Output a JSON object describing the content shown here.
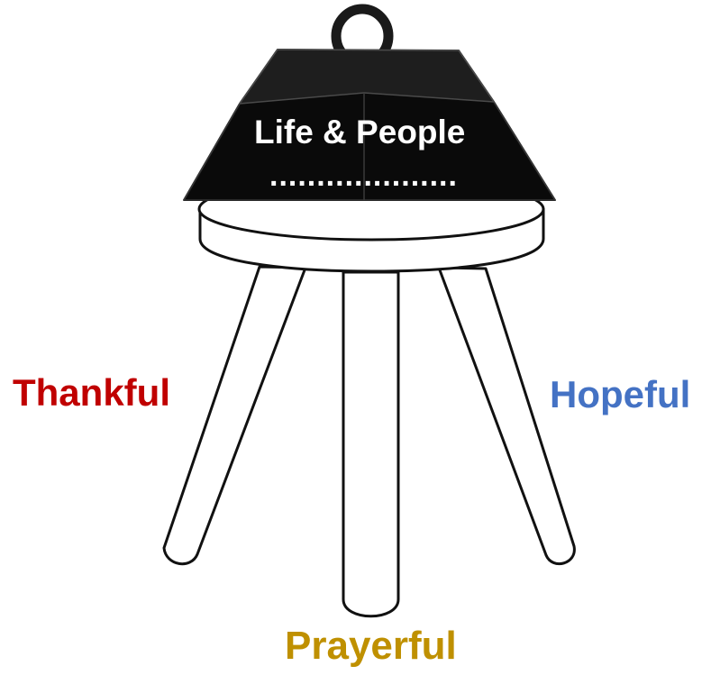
{
  "weight": {
    "title": "Life & People",
    "blank_line": "...................."
  },
  "legs": {
    "left": {
      "label": "Thankful",
      "color": "#c00000"
    },
    "right": {
      "label": "Hopeful",
      "color": "#4472c4"
    },
    "center": {
      "label": "Prayerful",
      "color": "#bf9000"
    }
  },
  "colors": {
    "weight_fill": "#0a0a0a",
    "outline": "#111111"
  }
}
